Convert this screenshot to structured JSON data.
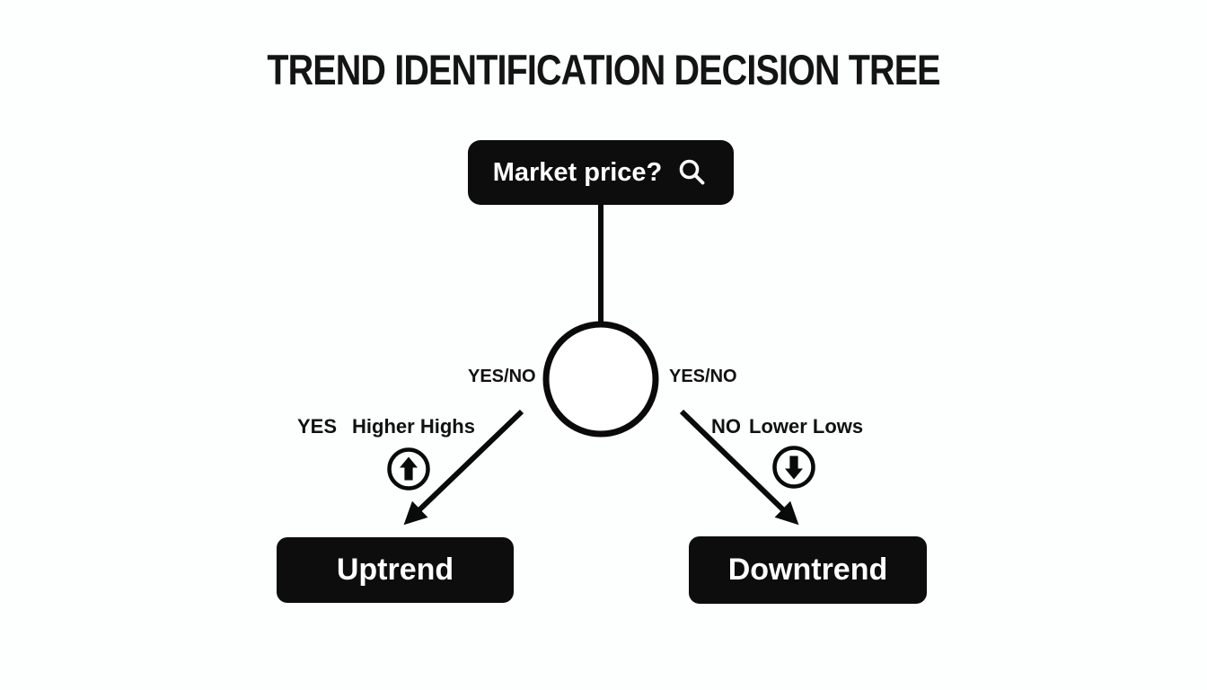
{
  "title": "TREND IDENTIFICATION DECISION TREE",
  "colors": {
    "background": "#fdfefe",
    "node_bg": "#0d0d0d",
    "node_text": "#ffffff",
    "line": "#0a0a0a"
  },
  "root_node": {
    "label": "Market price?",
    "icon": "search-icon"
  },
  "decision_node": {
    "left_label": "YES/NO",
    "right_label": "YES/NO"
  },
  "branches": {
    "left": {
      "answer": "YES",
      "condition": "Higher Highs",
      "icon": "circled-up-arrow-icon",
      "result": "Uptrend"
    },
    "right": {
      "answer": "NO",
      "condition": "Lower Lows",
      "icon": "circled-down-arrow-icon",
      "result": "Downtrend"
    }
  }
}
